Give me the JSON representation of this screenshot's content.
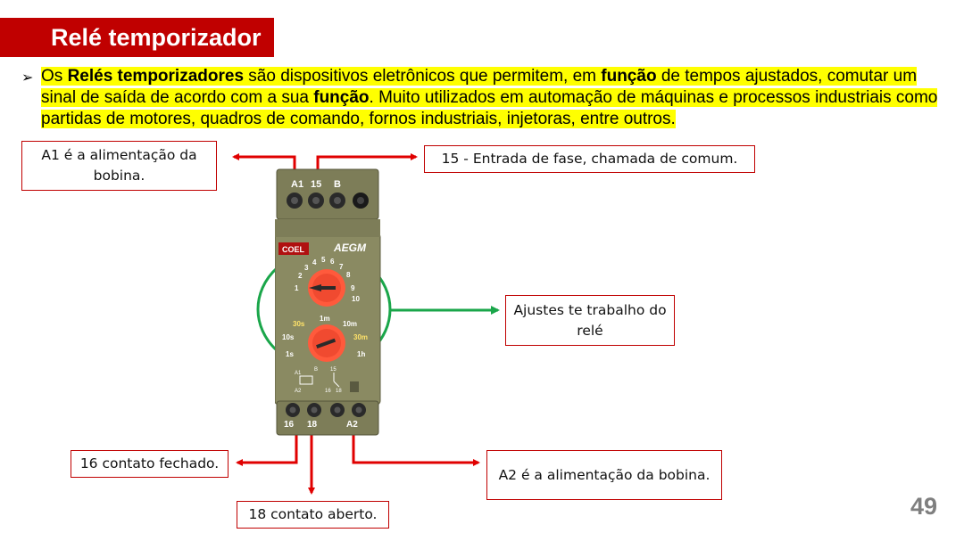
{
  "slide": {
    "title": "Relé temporizador",
    "page_number": "49",
    "intro": {
      "bullet": "➢",
      "parts": [
        {
          "text": "Os ",
          "bold": false
        },
        {
          "text": "Relés temporizadores",
          "bold": true
        },
        {
          "text": " são dispositivos eletrônicos que permitem, em ",
          "bold": false
        },
        {
          "text": "função",
          "bold": true
        },
        {
          "text": " de tempos ajustados, comutar um sinal de saída de acordo com a sua ",
          "bold": false
        },
        {
          "text": "função",
          "bold": true
        },
        {
          "text": ". Muito utilizados em automação de máquinas e processos industriais como partidas de motores, quadros de comando, fornos industriais, injetoras, entre outros.",
          "bold": false
        }
      ]
    },
    "callouts": {
      "a1": "A1 é a alimentação da bobina.",
      "t15": "15 - Entrada de fase, chamada de comum.",
      "ajustes": "Ajustes te trabalho do relé",
      "t16": "16 contato fechado.",
      "t18": "18 contato aberto.",
      "a2": "A2 é a alimentação da bobina."
    },
    "relay": {
      "brand": "COEL",
      "model": "AEGM",
      "top_terminals": [
        "A1",
        "15",
        "B"
      ],
      "bottom_terminals": [
        "16",
        "18",
        "A2"
      ],
      "dial_top_labels": [
        "1",
        "2",
        "3",
        "4",
        "5",
        "6",
        "7",
        "8",
        "9",
        "10"
      ],
      "dial_bottom_labels": [
        "1s",
        "10s",
        "30s",
        "1m",
        "10m",
        "30m",
        "1h"
      ],
      "circuit_labels": [
        "A1",
        "B",
        "15",
        "A2",
        "16",
        "18"
      ]
    },
    "colors": {
      "title_bg": "#c00000",
      "highlight": "#ffff00",
      "arrow_red": "#e00000",
      "ellipse_green": "#1aa64a",
      "relay_body": "#8a8a62"
    }
  }
}
